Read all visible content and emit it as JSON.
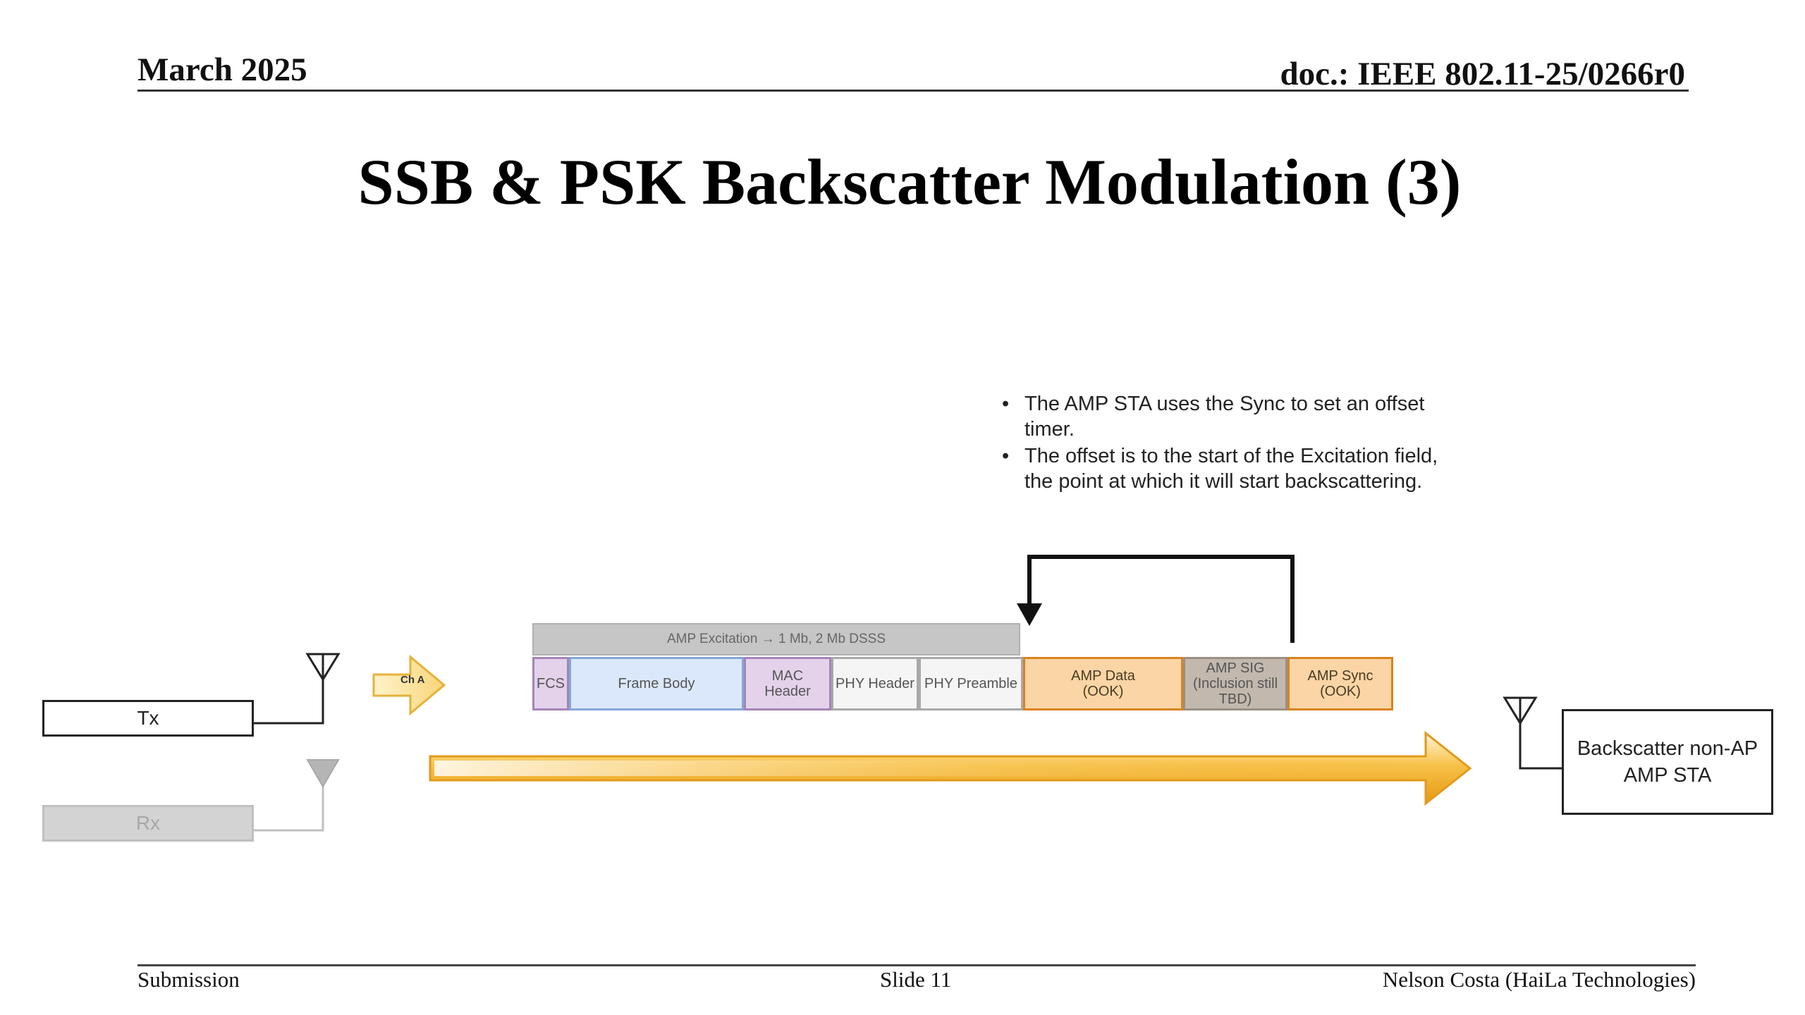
{
  "header": {
    "date": "March 2025",
    "doc": "doc.: IEEE 802.11-25/0266r0"
  },
  "title": "SSB & PSK Backscatter Modulation (3)",
  "bullets": [
    "The AMP STA uses the Sync to set an offset timer.",
    "The offset is to the start of the Excitation field, the point at which it will start backscattering."
  ],
  "diagram": {
    "excitation_label": "AMP Excitation → 1 Mb, 2 Mb DSSS",
    "fields": {
      "fcs": "FCS",
      "frame_body": "Frame Body",
      "mac_header": "MAC Header",
      "phy_header": "PHY Header",
      "phy_preamble": "PHY Preamble",
      "amp_data_1": "AMP Data",
      "amp_data_2": "(OOK)",
      "amp_sig_1": "AMP SIG",
      "amp_sig_2": "(Inclusion still",
      "amp_sig_3": "TBD)",
      "amp_sync_1": "AMP Sync",
      "amp_sync_2": "(OOK)"
    },
    "tx_label": "Tx",
    "rx_label": "Rx",
    "channel_label": "Ch A",
    "sta_label_1": "Backscatter non-AP",
    "sta_label_2": "AMP STA",
    "colors": {
      "channel_arrow": "#f5a623",
      "ook_field": "#fbd5a5",
      "sig_field": "#c2b8ad"
    }
  },
  "footer": {
    "left": "Submission",
    "center": "Slide 11",
    "right": "Nelson Costa (HaiLa Technologies)"
  }
}
